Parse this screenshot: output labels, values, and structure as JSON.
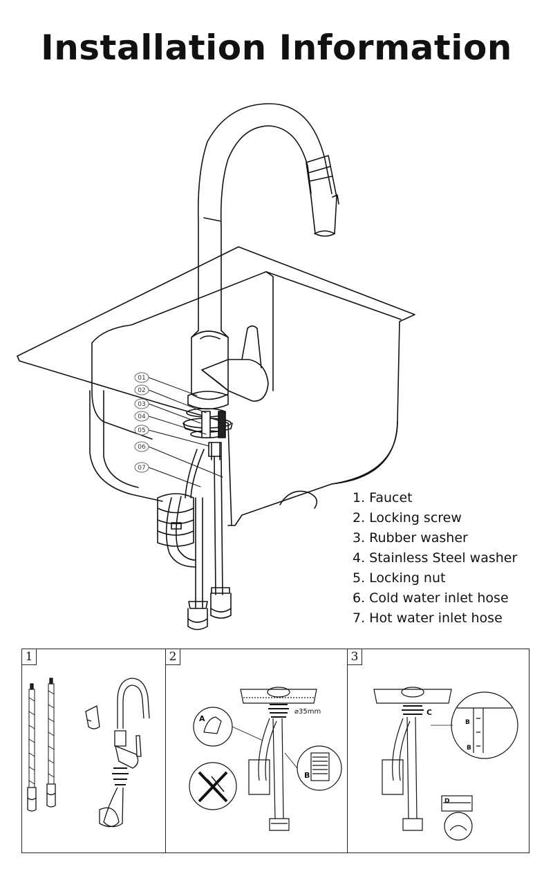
{
  "title": "Installation Information",
  "callouts": [
    "01",
    "02",
    "03",
    "04",
    "05",
    "06",
    "07"
  ],
  "parts": [
    "1. Faucet",
    "2. Locking screw",
    "3. Rubber washer",
    "4. Stainless Steel washer",
    "5. Locking nut",
    "6. Cold water inlet hose",
    "7. Hot water inlet hose"
  ],
  "steps": [
    {
      "number": "1"
    },
    {
      "number": "2",
      "hole_label": "⌀35mm",
      "labels": [
        "A",
        "B"
      ]
    },
    {
      "number": "3",
      "labels": [
        "C",
        "B",
        "B",
        "D"
      ]
    }
  ]
}
